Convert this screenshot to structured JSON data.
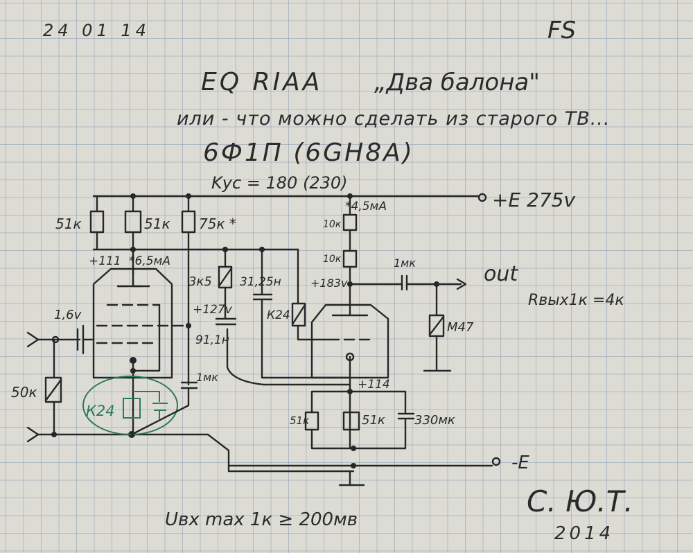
{
  "header": {
    "date": "24 01 14",
    "monogram": "FS",
    "title": "EQ RIAA",
    "subtitle_quoted": "„Два балона\"",
    "tagline": "или - что можно сделать из старого ТВ...",
    "tube": "6Ф1П (6GH8A)",
    "gain": "Kус = 180 (230)"
  },
  "supply": {
    "positive": "+E 275v",
    "negative": "-E"
  },
  "stage1": {
    "r_plate_a": "51к",
    "r_plate_b": "51к",
    "r_screen": "75к *",
    "anode_voltage": "+111",
    "anode_current": "*6,5мА",
    "grid_bias": "1,6v",
    "input_resistor": "50к",
    "cathode_resistor": "К24",
    "coupling_cap": "1мк"
  },
  "riaa_network": {
    "r_series": "3к5",
    "node_voltage": "+127v",
    "cap_a": "91,1н",
    "cap_b": "31,25н",
    "r_grid": "К24"
  },
  "stage2": {
    "current": "*4,5мА",
    "r_load_a": "10к",
    "r_load_b": "10к",
    "anode_voltage": "+183v",
    "output_cap": "1мк",
    "output_label": "out",
    "output_impedance": "Rвых1к =4к",
    "output_resistor": "М47",
    "cathode_voltage": "+114",
    "r_cathode_a": "51к",
    "r_cathode_b": "51к",
    "cathode_cap": "330мк"
  },
  "footer": {
    "input_sensitivity": "Uвх max 1к ≥ 200мв",
    "signature": "С. Ю.Т.",
    "year": "2014"
  }
}
